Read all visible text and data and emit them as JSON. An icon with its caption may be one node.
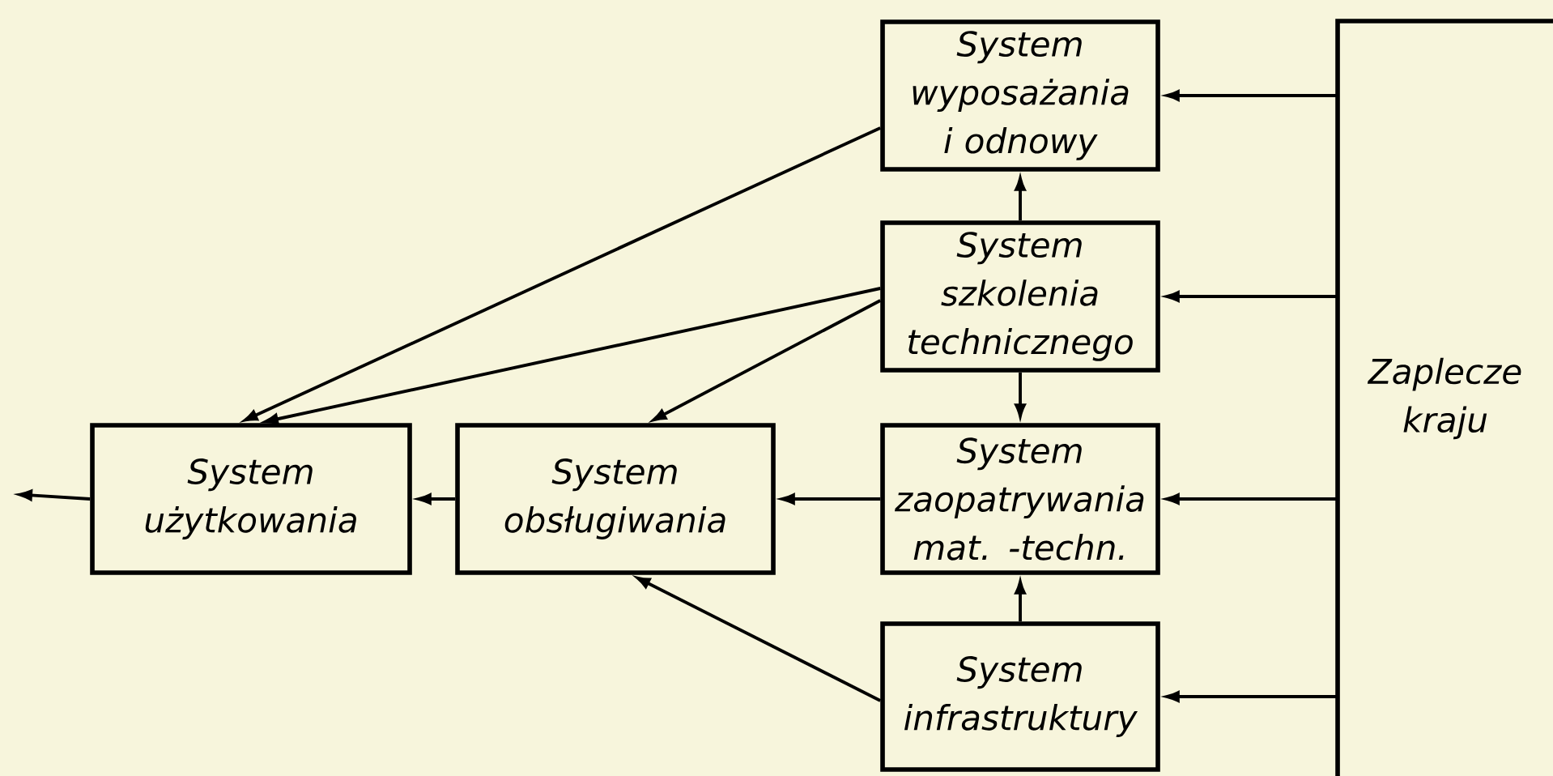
{
  "diagram": {
    "nodes": [
      {
        "text": [
          "System wyposażania i odnowy"
        ]
      },
      {
        "text": [
          "System szkolenia technicznego"
        ]
      },
      {
        "text": [
          "System zaopatrywania mat. -techn."
        ]
      },
      {
        "text": [
          "System infrastruktury"
        ]
      },
      {
        "text": [
          "Zaplecze kraju"
        ]
      },
      {
        "text": [
          "System użytkowania"
        ]
      },
      {
        "text": [
          "System obsługiwania"
        ]
      }
    ],
    "edges": [
      {
        "from": 5,
        "to": null,
        "arrow": "to"
      },
      {
        "from": 6,
        "to": 5,
        "arrow": "to"
      },
      {
        "from": 2,
        "to": 6,
        "arrow": "to"
      },
      {
        "from": 0,
        "to": 5,
        "arrow": "to"
      },
      {
        "from": 1,
        "to": 5,
        "arrow": "to"
      },
      {
        "from": 1,
        "to": 6,
        "arrow": "to"
      },
      {
        "from": 3,
        "to": 6,
        "arrow": "to"
      },
      {
        "from": 1,
        "to": 0,
        "arrow": "to"
      },
      {
        "from": 1,
        "to": 2,
        "arrow": "to"
      },
      {
        "from": 3,
        "to": 2,
        "arrow": "to"
      },
      {
        "from": 4,
        "to": 0,
        "arrow": "to"
      },
      {
        "from": 4,
        "to": 1,
        "arrow": "to"
      },
      {
        "from": 4,
        "to": 2,
        "arrow": "to"
      },
      {
        "from": 4,
        "to": 3,
        "arrow": "to"
      }
    ]
  }
}
